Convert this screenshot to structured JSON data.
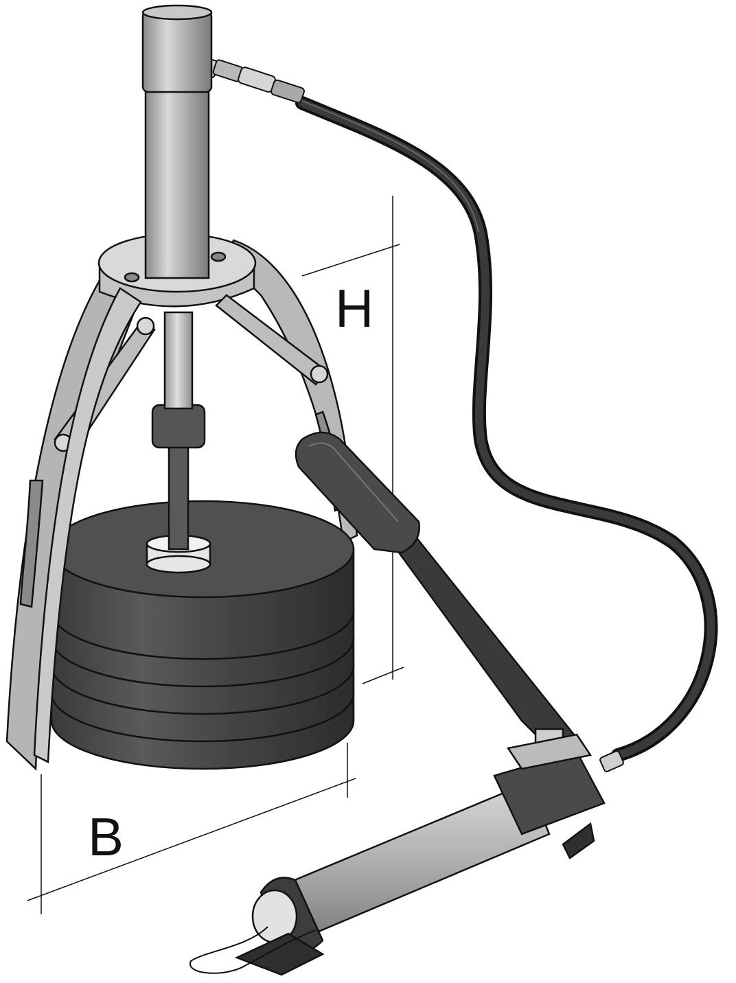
{
  "labels": {
    "height": "H",
    "width": "B"
  },
  "colors": {
    "outline": "#111111",
    "steel_light": "#d4d4d4",
    "steel_mid": "#a8a8a8",
    "steel_dark": "#7a7a7a",
    "rubber": "#2e2e2e",
    "disc": "#4a4a4a",
    "disc_dark": "#333333",
    "white_part": "#e8e8e8"
  },
  "components": [
    "hydraulic-cylinder",
    "hose-fitting",
    "hydraulic-hose",
    "puller-yoke",
    "puller-arm",
    "link-arm",
    "spindle",
    "disc-stack",
    "centering-ring",
    "pump-lever",
    "lever-grip",
    "hand-pump-body",
    "pump-base-foot",
    "wire-loop"
  ]
}
